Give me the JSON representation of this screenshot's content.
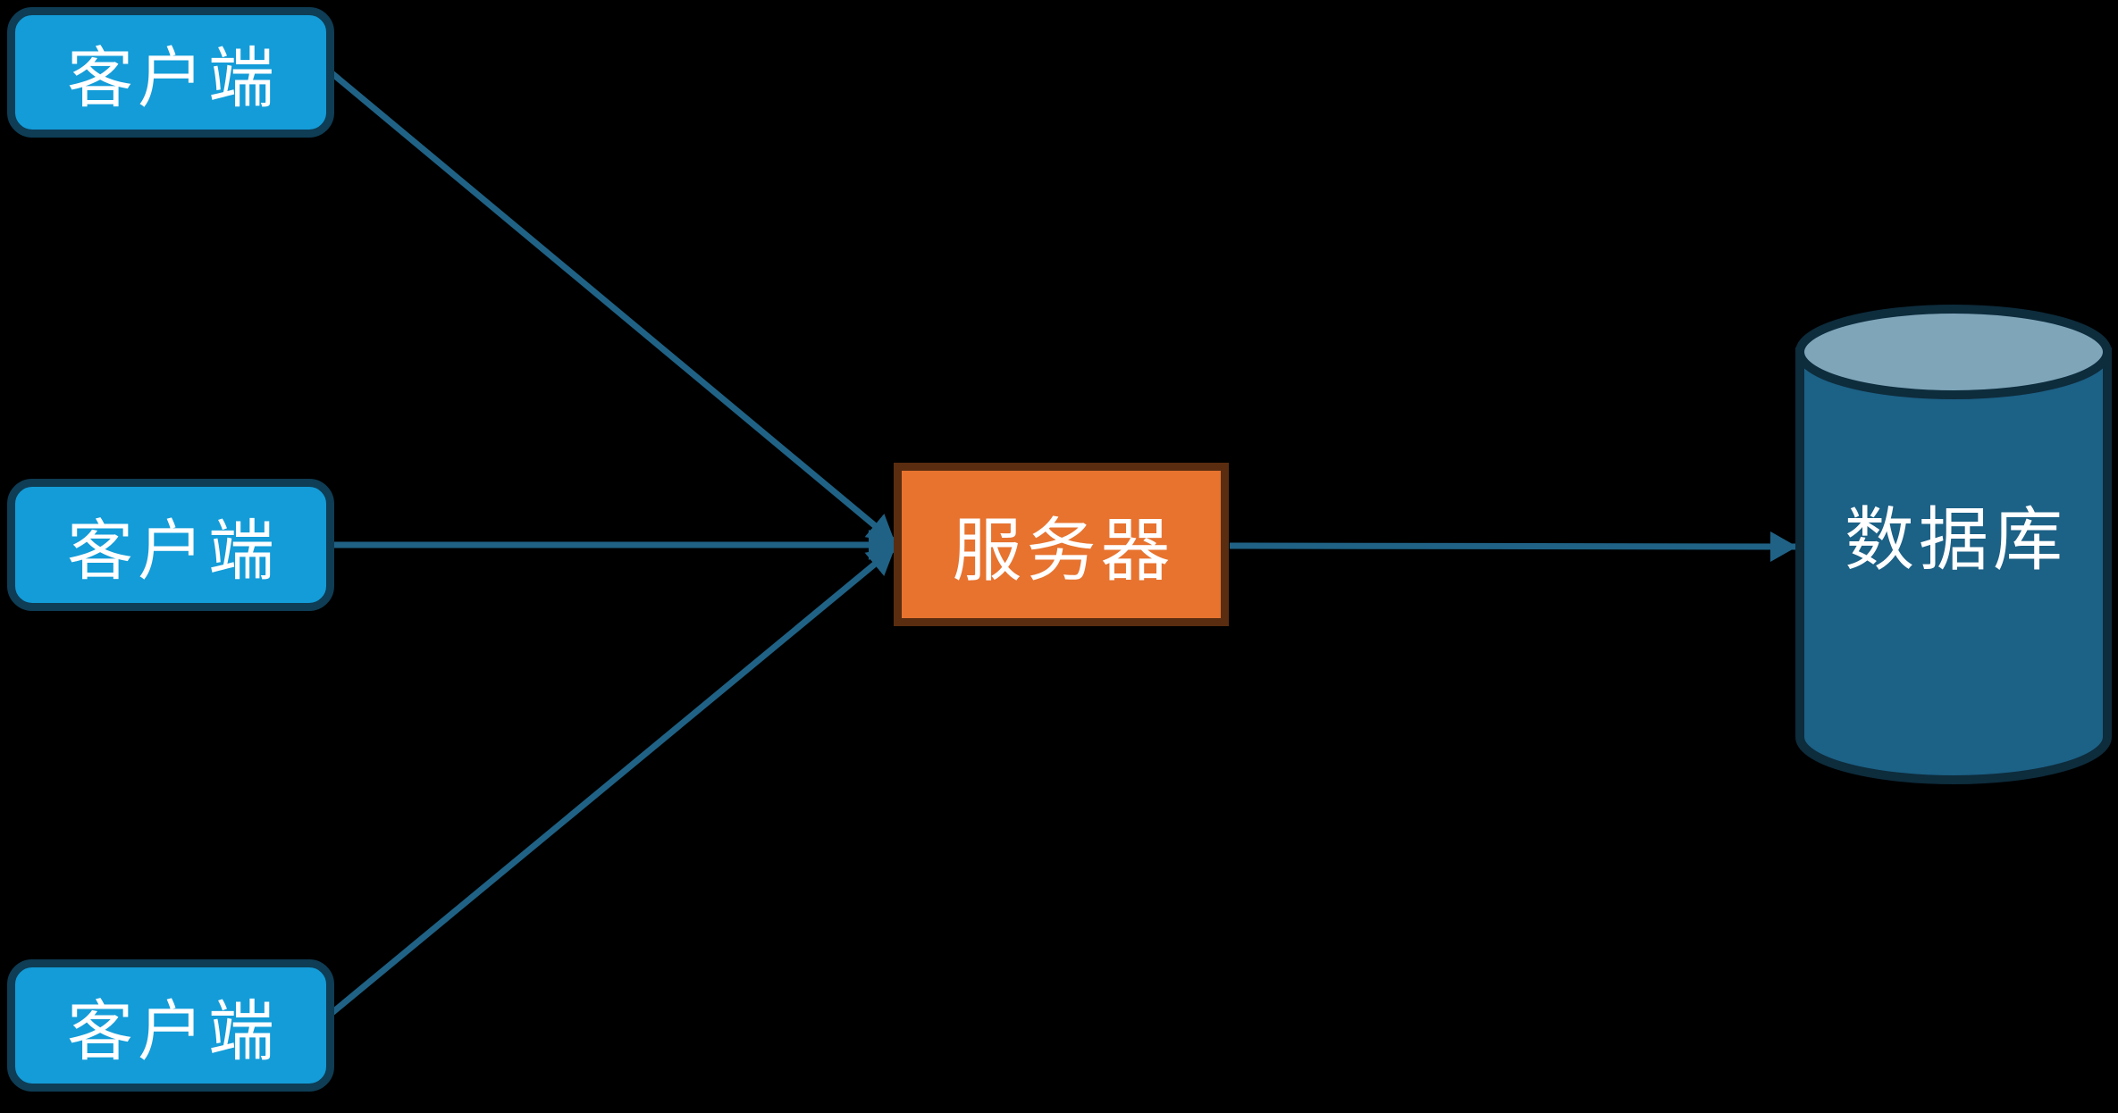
{
  "diagram": {
    "title": "client-server-database architecture",
    "background_color": "#000000",
    "nodes": {
      "client1": {
        "label": "客户端",
        "shape": "rounded-rectangle"
      },
      "client2": {
        "label": "客户端",
        "shape": "rounded-rectangle"
      },
      "client3": {
        "label": "客户端",
        "shape": "rounded-rectangle"
      },
      "server": {
        "label": "服务器",
        "shape": "rectangle"
      },
      "database": {
        "label": "数据库",
        "shape": "cylinder"
      }
    },
    "edges": [
      {
        "from": "client1",
        "to": "server",
        "arrow": "end"
      },
      {
        "from": "client2",
        "to": "server",
        "arrow": "end"
      },
      {
        "from": "client3",
        "to": "server",
        "arrow": "end"
      },
      {
        "from": "server",
        "to": "database",
        "arrow": "end"
      }
    ],
    "colors": {
      "background": "#000000",
      "client_fill": "#139CD8",
      "client_border": "#0E3D55",
      "server_fill": "#E7732F",
      "server_border": "#5B2D10",
      "database_body": "#1C6186",
      "database_top": "#7FA5B9",
      "database_border": "#0D2C3C",
      "arrow": "#1F6285",
      "label_text": "#FFFFFF"
    }
  }
}
